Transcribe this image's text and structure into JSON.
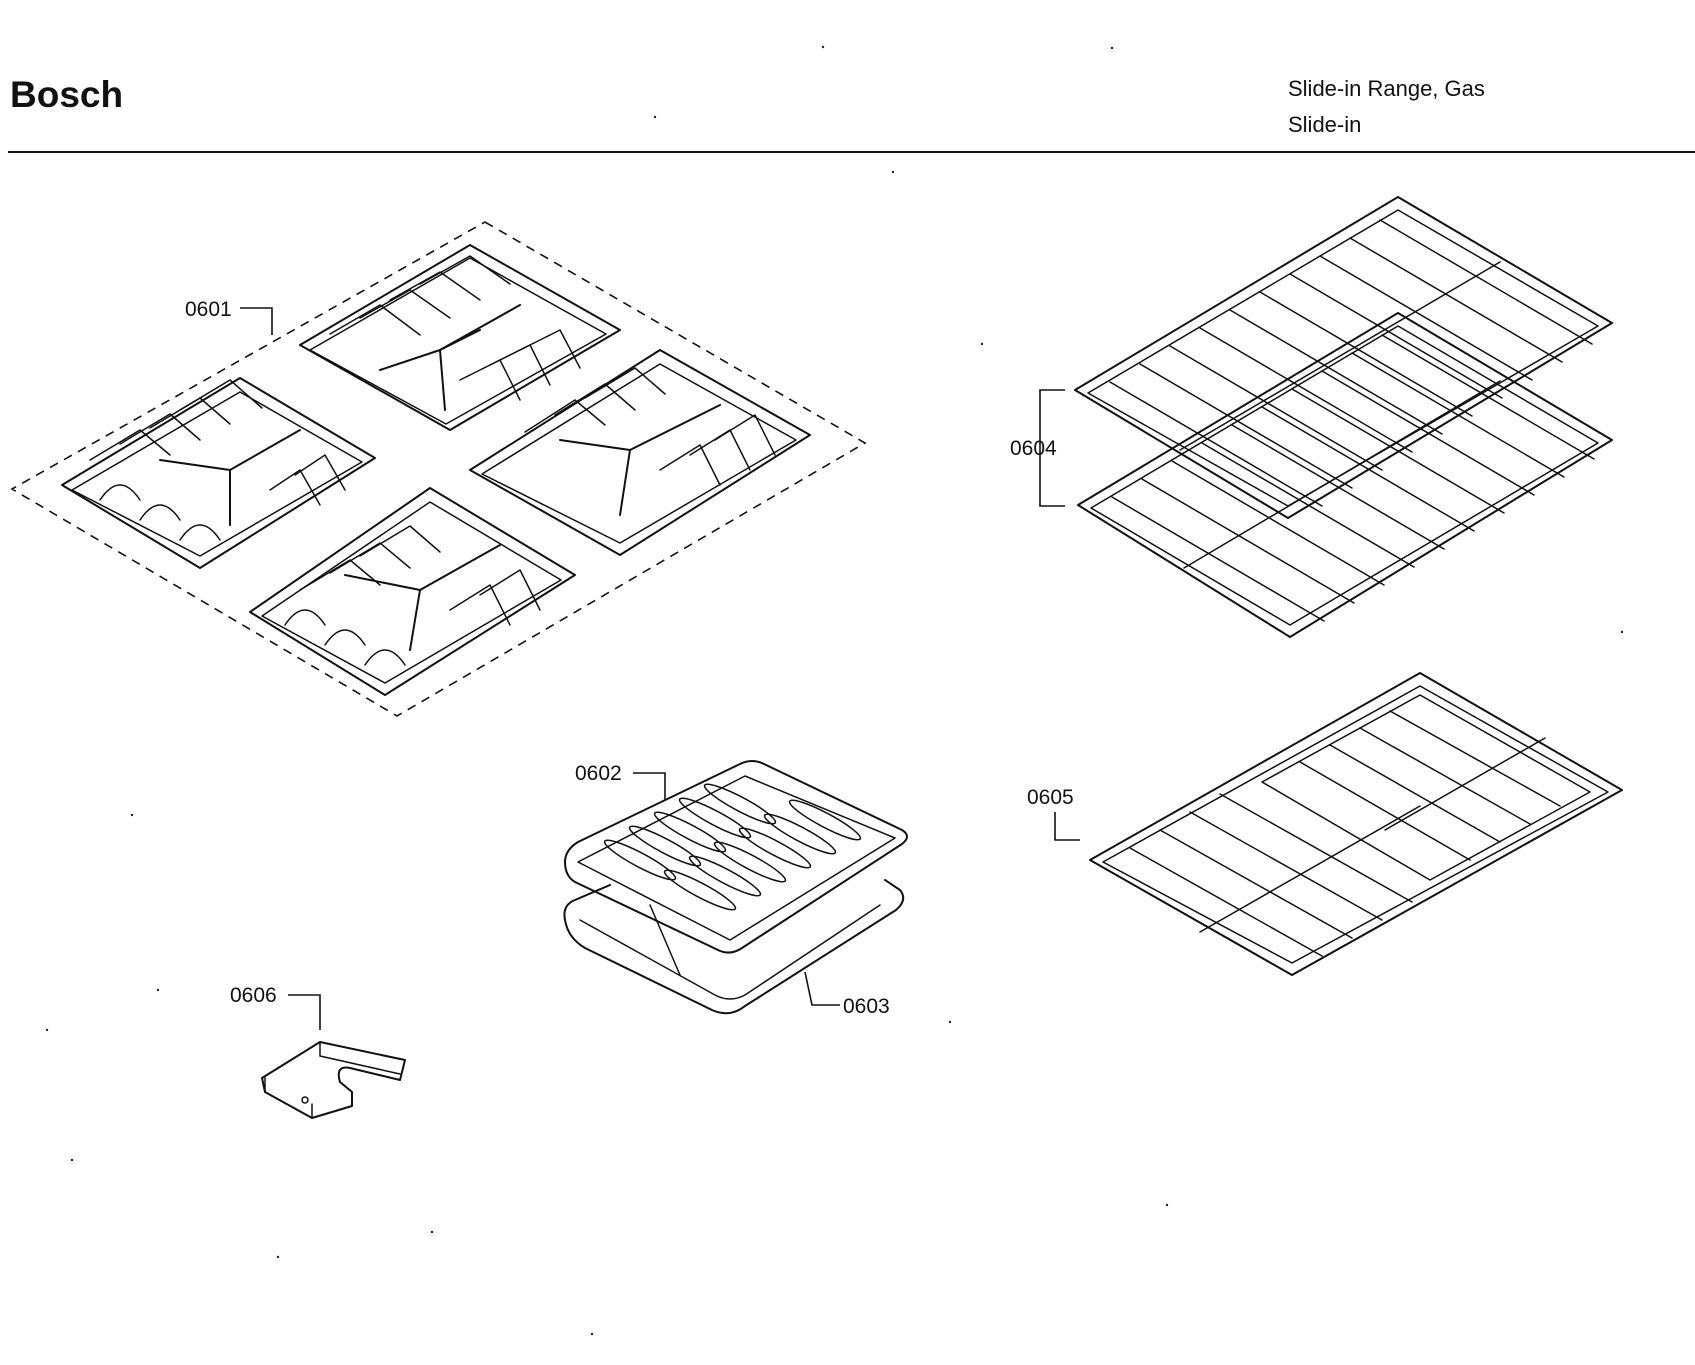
{
  "header": {
    "brand": "Bosch",
    "title": "Slide-in Range, Gas",
    "subtitle": "Slide-in"
  },
  "parts": [
    {
      "id": "0601",
      "name": "burner-grates"
    },
    {
      "id": "0602",
      "name": "broil-pan-insert"
    },
    {
      "id": "0603",
      "name": "broil-pan"
    },
    {
      "id": "0604",
      "name": "oven-racks"
    },
    {
      "id": "0605",
      "name": "split-oven-rack"
    },
    {
      "id": "0606",
      "name": "bracket"
    }
  ]
}
